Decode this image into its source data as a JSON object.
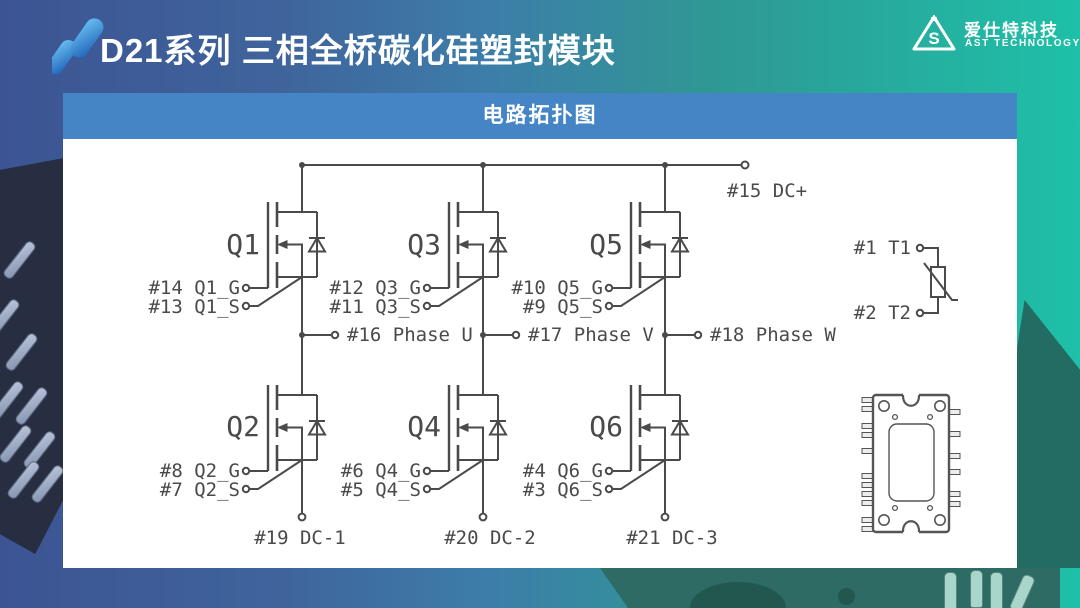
{
  "header": {
    "title": "D21系列 三相全桥碳化硅塑封模块",
    "logo": {
      "company_cn": "爱仕特科技",
      "company_en": "AST TECHNOLOGY",
      "mark": "S"
    }
  },
  "panel": {
    "title": "电路拓扑图"
  },
  "circuit": {
    "dc_plus_label": "#15 DC+",
    "legs": [
      {
        "top_name": "Q1",
        "top_gate": "#14 Q1_G",
        "top_source": "#13 Q1_S",
        "bottom_name": "Q2",
        "bottom_gate": "#8 Q2_G",
        "bottom_source": "#7 Q2_S",
        "phase_label": "#16 Phase U",
        "dc_label": "#19 DC-1"
      },
      {
        "top_name": "Q3",
        "top_gate": "#12 Q3_G",
        "top_source": "#11 Q3_S",
        "bottom_name": "Q4",
        "bottom_gate": "#6 Q4_G",
        "bottom_source": "#5 Q4_S",
        "phase_label": "#17 Phase V",
        "dc_label": "#20 DC-2"
      },
      {
        "top_name": "Q5",
        "top_gate": "#10 Q5_G",
        "top_source": "#9 Q5_S",
        "bottom_name": "Q6",
        "bottom_gate": "#4 Q6_G",
        "bottom_source": "#3 Q6_S",
        "phase_label": "#18 Phase W",
        "dc_label": "#21 DC-3"
      }
    ],
    "ntc": {
      "t1_label": "#1 T1",
      "t2_label": "#2 T2"
    }
  },
  "colors": {
    "bg_blue": "#3c5493",
    "bg_teal": "#1ec0a8",
    "banner_blue": "#4685c5",
    "line": "#4a4a4a",
    "heatsink_navy": "#272e42",
    "heatsink_teal": "#2d6b64"
  }
}
